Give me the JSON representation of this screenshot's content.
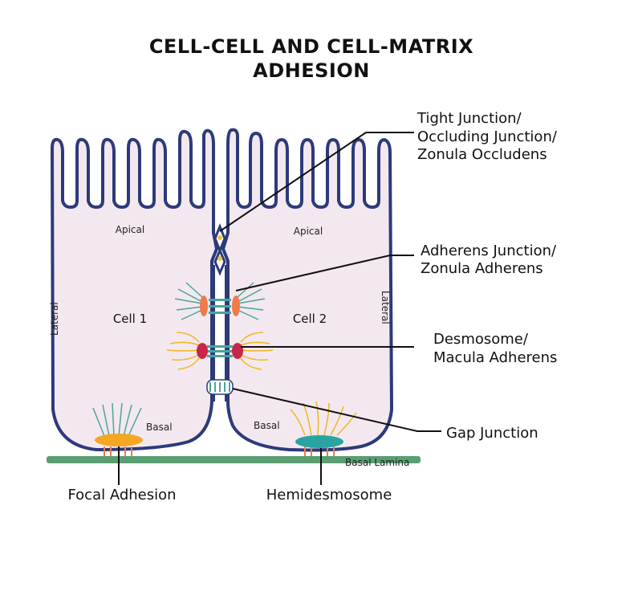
{
  "title": {
    "line1": "CELL-CELL AND CELL-MATRIX",
    "line2": "ADHESION"
  },
  "cells": {
    "cell1": {
      "name": "Cell 1",
      "apical": "Apical",
      "lateral": "Lateral",
      "basal": "Basal"
    },
    "cell2": {
      "name": "Cell 2",
      "apical": "Apical",
      "lateral": "Lateral",
      "basal": "Basal"
    }
  },
  "basal_lamina": "Basal Lamina",
  "labels": {
    "tight_junction": [
      "Tight Junction/",
      "Occluding Junction/",
      "Zonula Occludens"
    ],
    "adherens_junction": [
      "Adherens Junction/",
      "Zonula Adherens"
    ],
    "desmosome": [
      "Desmosome/",
      "Macula Adherens"
    ],
    "gap_junction": "Gap Junction",
    "focal_adhesion": "Focal Adhesion",
    "hemidesmosome": "Hemidesmosome"
  },
  "colors": {
    "membrane": "#2d3a7a",
    "cytoplasm": "#f3e8ef",
    "basal_lamina": "#5a9e72",
    "tight_junction": "#e8c23a",
    "adherens": "#f07a4a",
    "actin": "#4aa59a",
    "desmosome": "#c8264a",
    "keratin": "#f2b61f",
    "focal_adhesion": "#f5a623",
    "hemidesmosome": "#2aa3a3"
  }
}
